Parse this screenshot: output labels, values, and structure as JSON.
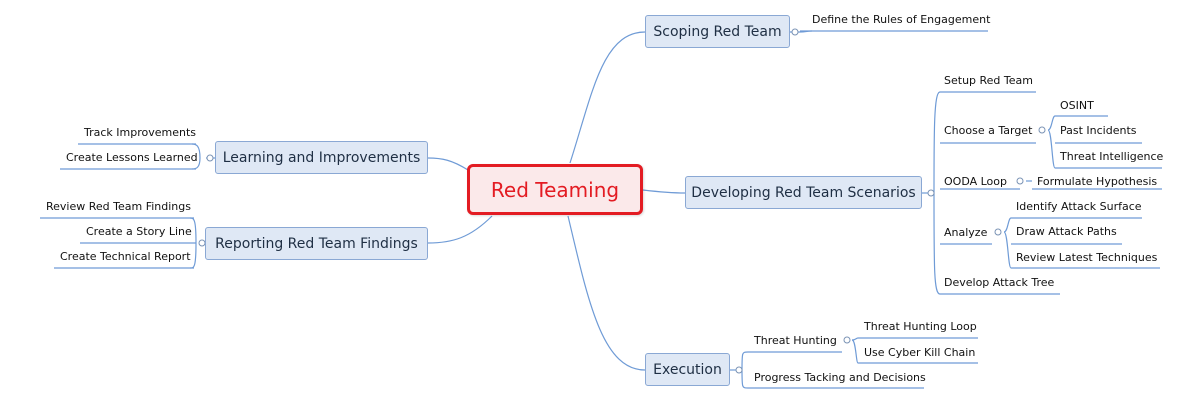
{
  "central": "Red Teaming",
  "topics": {
    "scoping": "Scoping Red Team",
    "developing": "Developing Red Team Scenarios",
    "execution": "Execution",
    "learning": "Learning and Improvements",
    "reporting": "Reporting Red Team Findings"
  },
  "subtopics": {
    "rules": "Define the Rules of Engagement",
    "setup": "Setup Red Team",
    "choose_target": "Choose a Target",
    "osint": "OSINT",
    "past_incidents": "Past Incidents",
    "threat_intel": "Threat Intelligence",
    "ooda": "OODA Loop",
    "hypothesis": "Formulate Hypothesis",
    "analyze": "Analyze",
    "attack_surface": "Identify Attack Surface",
    "attack_paths": "Draw Attack Paths",
    "latest_techniques": "Review Latest Techniques",
    "attack_tree": "Develop Attack Tree",
    "threat_hunting": "Threat Hunting",
    "hunting_loop": "Threat Hunting Loop",
    "kill_chain": "Use Cyber Kill Chain",
    "progress": "Progress Tacking and Decisions",
    "track": "Track Improvements",
    "lessons": "Create Lessons Learned",
    "review_findings": "Review Red Team Findings",
    "story_line": "Create a Story Line",
    "tech_report": "Create Technical Report"
  },
  "colors": {
    "line": "#6f9bd6",
    "central_border": "#e31c23",
    "topic_fill": "#dfe8f5"
  }
}
